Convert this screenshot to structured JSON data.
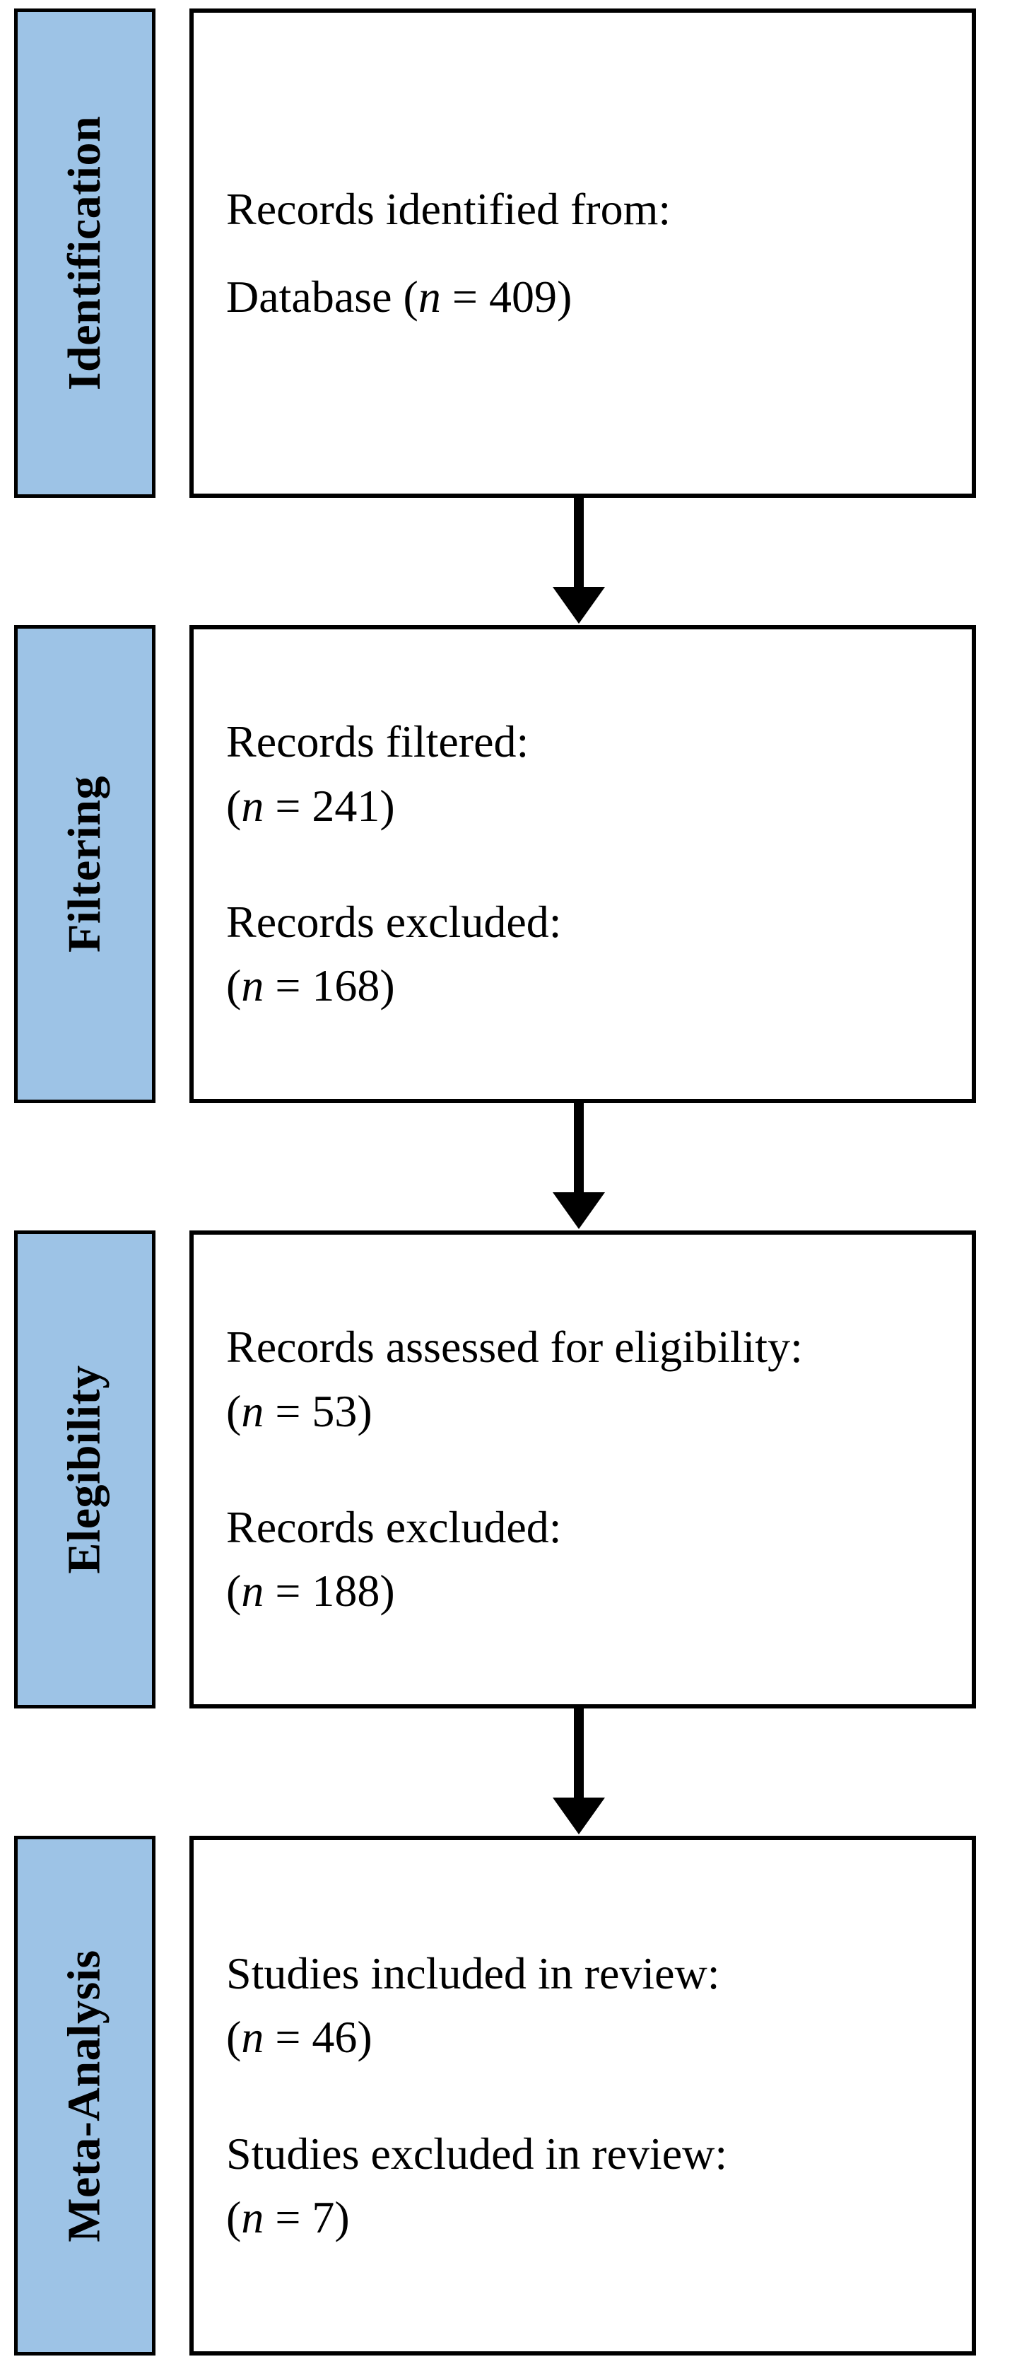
{
  "figure": {
    "type": "prisma-flow-diagram",
    "colors": {
      "stage_label_fill": "#9DC3E6",
      "border": "#000000",
      "box_fill": "#FFFFFF",
      "text": "#000000",
      "arrow": "#000000"
    }
  },
  "stages": [
    {
      "id": "identification",
      "label": "Identification",
      "lines": [
        {
          "text": "Records identified from:",
          "n_label": "",
          "n_value": ""
        },
        {
          "text": "Database (",
          "n_label": "n",
          "n_value": " = 409)"
        }
      ],
      "paragraphs": [
        {
          "prefix": "Records identified from:",
          "has_n": false,
          "n_italic": "",
          "suffix": ""
        },
        {
          "prefix": "Database (",
          "has_n": true,
          "n_italic": "n",
          "suffix": " = 409)"
        }
      ]
    },
    {
      "id": "filtering",
      "label": "Filtering",
      "paragraphs": [
        {
          "prefix": "Records filtered:",
          "has_n": false,
          "n_italic": "",
          "suffix": ""
        },
        {
          "prefix": "(",
          "has_n": true,
          "n_italic": "n",
          "suffix": " = 241)"
        },
        {
          "prefix": "Records excluded:",
          "has_n": false,
          "n_italic": "",
          "suffix": ""
        },
        {
          "prefix": "(",
          "has_n": true,
          "n_italic": "n",
          "suffix": " = 168)"
        }
      ]
    },
    {
      "id": "elegibility",
      "label": "Elegibility",
      "paragraphs": [
        {
          "prefix": "Records assessed for eligibility:",
          "has_n": false,
          "n_italic": "",
          "suffix": ""
        },
        {
          "prefix": "(",
          "has_n": true,
          "n_italic": "n",
          "suffix": " = 53)"
        },
        {
          "prefix": "Records excluded:",
          "has_n": false,
          "n_italic": "",
          "suffix": ""
        },
        {
          "prefix": "(",
          "has_n": true,
          "n_italic": "n",
          "suffix": " = 188)"
        }
      ]
    },
    {
      "id": "meta-analysis",
      "label": "Meta-Analysis",
      "paragraphs": [
        {
          "prefix": "Studies included in review:",
          "has_n": false,
          "n_italic": "",
          "suffix": ""
        },
        {
          "prefix": "(",
          "has_n": true,
          "n_italic": "n",
          "suffix": " = 46)"
        },
        {
          "prefix": "Studies excluded in review:",
          "has_n": false,
          "n_italic": "",
          "suffix": ""
        },
        {
          "prefix": "(",
          "has_n": true,
          "n_italic": "n",
          "suffix": " = 7)"
        }
      ]
    }
  ],
  "flow_data": {
    "records_identified_database": 409,
    "records_filtered": 241,
    "records_excluded_filtering": 168,
    "records_assessed_for_eligibility": 53,
    "records_excluded_eligibility": 188,
    "studies_included_in_review": 46,
    "studies_excluded_in_review": 7
  },
  "arrows": [
    {
      "id": "arrow-identification-to-filtering",
      "from": "identification",
      "to": "filtering"
    },
    {
      "id": "arrow-filtering-to-elegibility",
      "from": "filtering",
      "to": "elegibility"
    },
    {
      "id": "arrow-elegibility-to-meta-analysis",
      "from": "elegibility",
      "to": "meta-analysis"
    }
  ]
}
